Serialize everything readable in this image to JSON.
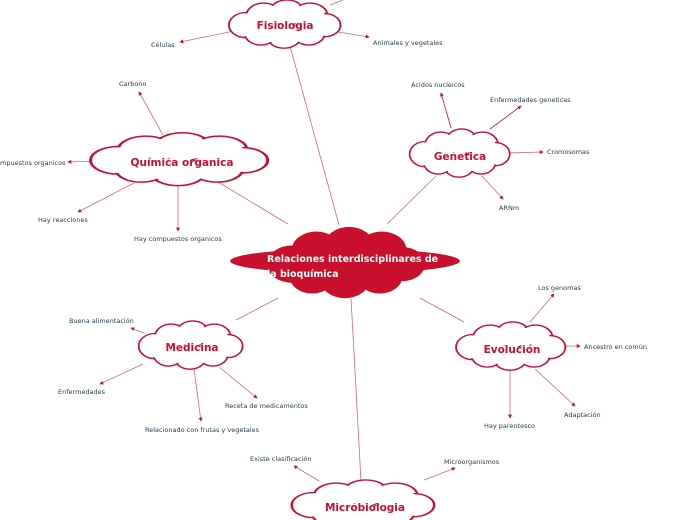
{
  "central": {
    "line1": "Relaciones interdisciplinares de",
    "line2": "la bioquímica"
  },
  "topics": {
    "fisiologia": {
      "label": "Fisiologia",
      "children": [
        "Células",
        "Animales y vegetales"
      ]
    },
    "quimica": {
      "label": "Química organica",
      "children": [
        "Carbono",
        "mpuestos organicos",
        "Hay reacciones",
        "Hay compuestos organicos"
      ]
    },
    "genetica": {
      "label": "Genetica",
      "children": [
        "Ácidos nucleicos",
        "Enfermedades geneticas",
        "Cromosomas",
        "ARNm"
      ]
    },
    "medicina": {
      "label": "Medicina",
      "children": [
        "Buena alimentación",
        "Enfermedades",
        "Receta de medicamentos",
        "Relacionado con frutas y vegetales"
      ]
    },
    "evolucion": {
      "label": "Evolución",
      "children": [
        "Los genomas",
        "Ancestro en común",
        "Adaptación",
        "Hay parentesco"
      ]
    },
    "microbiologia": {
      "label": "Microbiologia",
      "children": [
        "Existe clasificación",
        "Microorganismos"
      ]
    }
  },
  "colors": {
    "accent": "#c8102e",
    "link": "#d66a6a",
    "leaf_text": "#1f3b4d"
  }
}
